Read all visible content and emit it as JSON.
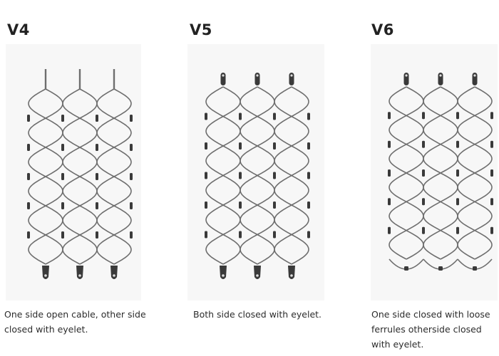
{
  "variants": [
    {
      "id": "v4",
      "title": "V4",
      "caption_lines": [
        "One side open cable, other side",
        "closed with eyelet."
      ],
      "top_end": "open-cable",
      "bottom_end": "eyelet"
    },
    {
      "id": "v5",
      "title": "V5",
      "caption_lines": [
        "Both side closed with eyelet."
      ],
      "top_end": "eyelet",
      "bottom_end": "eyelet"
    },
    {
      "id": "v6",
      "title": "V6",
      "caption_lines": [
        "One side closed with loose",
        "ferrules otherside closed",
        "with eyelet."
      ],
      "top_end": "eyelet",
      "bottom_end": "loose-ferrule"
    }
  ],
  "colors": {
    "cable": "#6e6e6e",
    "ferrule": "#3a3a3a",
    "panel_background": "#f7f7f7",
    "text": "#2c2c2c"
  }
}
